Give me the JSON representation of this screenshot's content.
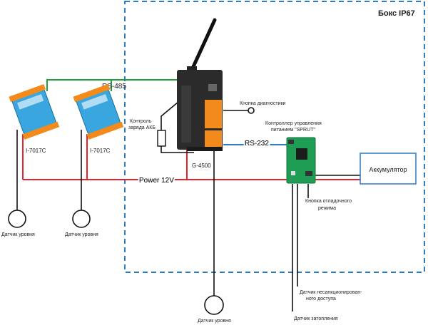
{
  "box": {
    "title": "Бокс IP67"
  },
  "buses": {
    "rs485": "RS-485",
    "rs232": "RS-232",
    "power": "Power 12V"
  },
  "devices": {
    "module_left": "I-7017C",
    "module_right": "I-7017C",
    "gateway": "G-4500",
    "battery": "Аккумулятор"
  },
  "labels": {
    "charge_control_1": "Контроль",
    "charge_control_2": "заряда АКБ",
    "diag_button": "Кнопка диагностики",
    "controller_1": "Контроллер управления",
    "controller_2": "питанием \"SPRUT\"",
    "debug_button_1": "Кнопка отладочного",
    "debug_button_2": "режима",
    "sensor_level_1": "Датчик уровня",
    "sensor_level_2": "Датчик уровня",
    "sensor_level_3": "Датчик уровня",
    "tamper_1": "Датчик несанкционирован-",
    "tamper_2": "ного доступа",
    "flood": "Датчик затопления"
  },
  "colors": {
    "box_border": "#2e7bbf",
    "box_title": "#2e7bbf",
    "rs485": "#1fa13a",
    "rs232": "#2e7bbf",
    "power": "#e0262a",
    "wire": "#111111",
    "module_body": "#3aa6df",
    "module_terminal": "#f28a1c",
    "gateway_body": "#2b2b2b",
    "gateway_terminal": "#f28a1c",
    "controller_board": "#1f9d55"
  }
}
